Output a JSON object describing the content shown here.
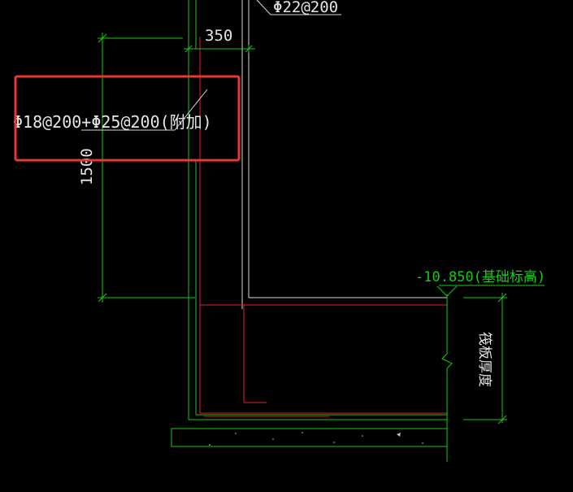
{
  "drawing": {
    "top_label": "Φ22@200",
    "dim_width": "350",
    "dim_height": "1500",
    "rebar_label": "Φ18@200+Φ25@200(附加)",
    "elevation_label": "-10.850(基础标高)",
    "raft_label": "筏板厚度"
  },
  "colors": {
    "background": "#000000",
    "green": "#19c819",
    "white": "#e6e6e6",
    "red": "#e02020",
    "highlight": "#e53935"
  }
}
